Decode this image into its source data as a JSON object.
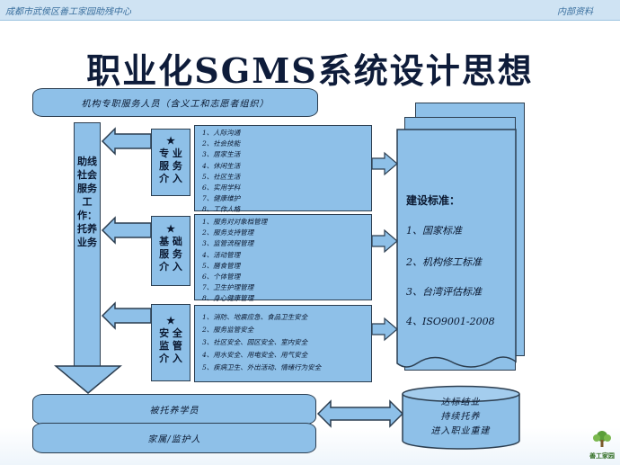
{
  "header": {
    "left": "成都市武侯区善工家园助残中心",
    "right": "内部资料"
  },
  "title": "职业化SGMS系统设计思想",
  "top_bar": "机构专职服务人员（含义工和志愿者组织）",
  "shaft_text": "助线社会服务工作：托养业务",
  "categories": [
    {
      "label": "★\n专 业\n服 务\n介 入",
      "items": [
        "1、人际沟通",
        "2、社会技能",
        "3、居家生活",
        "4、休闲生活",
        "5、社区生活",
        "6、实用学科",
        "7、健康维护",
        "8、工作人格"
      ]
    },
    {
      "label": "★\n基 础\n服 务\n介 入",
      "items": [
        "1、服务对对象档管理",
        "2、服务支持管理",
        "3、监管流程管理",
        "4、活动管理",
        "5、膳食管理",
        "6、个体管理",
        "7、卫生护理管理",
        "8、身心健康管理"
      ]
    },
    {
      "label": "★\n安 全\n监 管\n介 入",
      "items": [
        "1、消防、地震应急、食品卫生安全",
        "2、服务监管安全",
        "3、社区安全、园区安全、室内安全",
        "4、用水安全、用电安全、用气安全",
        "5、疾病卫生、外出活动、情绪行为安全"
      ]
    }
  ],
  "standards": {
    "title": "建设标准：",
    "items": [
      "1、国家标准",
      "2、机构修工标准",
      "3、台湾评估标准",
      "4、ISO9001-2008"
    ]
  },
  "bottom": {
    "bar1": "被托养学员",
    "bar2": "家属/监护人"
  },
  "result": [
    "达标结业",
    "持续托养",
    "进入职业重建"
  ],
  "logo": {
    "name": "善工家园"
  },
  "colors": {
    "fill": "#8ec0e8",
    "stroke": "#2c3e50",
    "title": "#0e1c3a",
    "header": "#3a6f9e"
  }
}
